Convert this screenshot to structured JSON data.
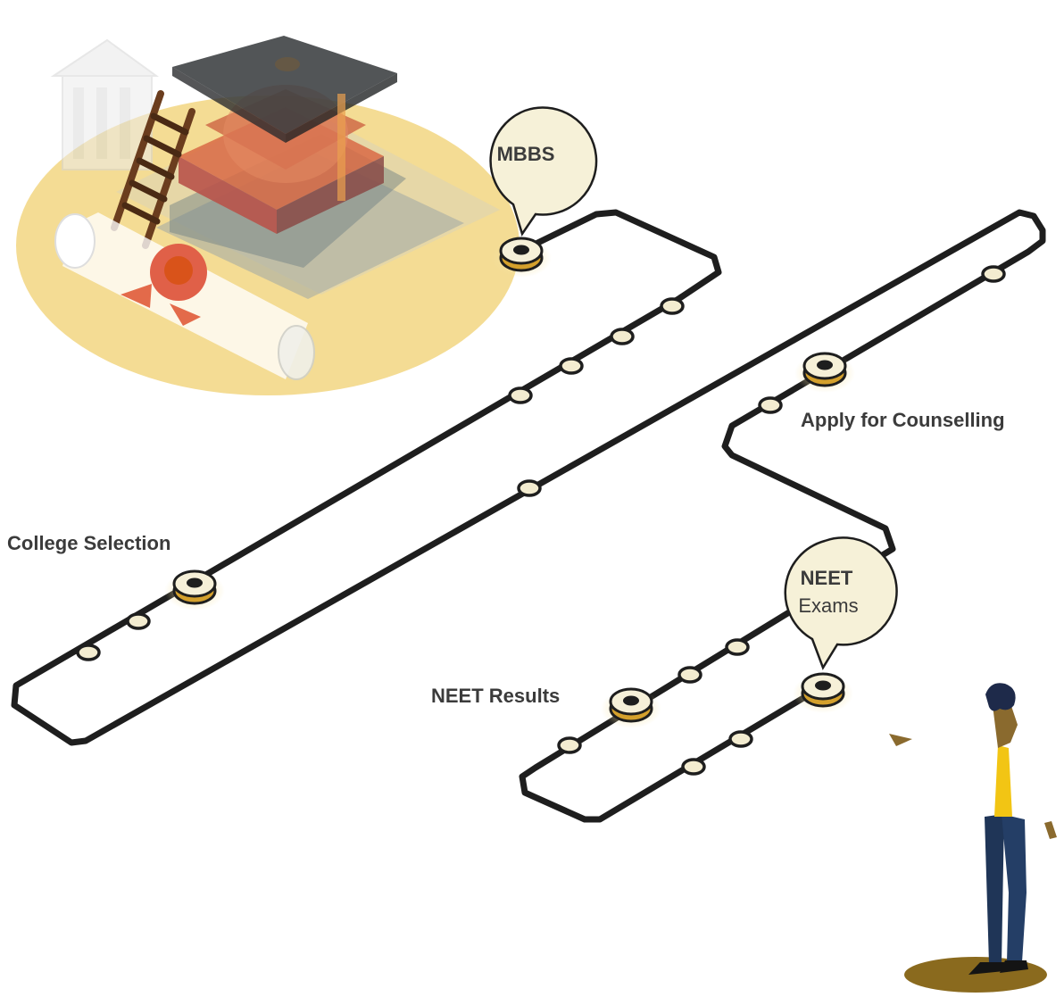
{
  "colors": {
    "path": "#1e1e1e",
    "dot_fill": "#f3ecd0",
    "glow": "#f4dc94",
    "figure_shadow": "#8a6a1e",
    "bubble": "#f6f1d8"
  },
  "milestones": {
    "mbbs": {
      "bubble": "MBBS"
    },
    "counselling": {
      "label": "Apply for Counselling"
    },
    "college": {
      "label": "College Selection"
    },
    "results": {
      "label": "NEET Results"
    },
    "exams": {
      "bubble_line1": "NEET",
      "bubble_line2": "Exams"
    }
  },
  "icons": {
    "hero": "graduation-cap-books-diploma-icon",
    "person": "student-figure-icon"
  }
}
